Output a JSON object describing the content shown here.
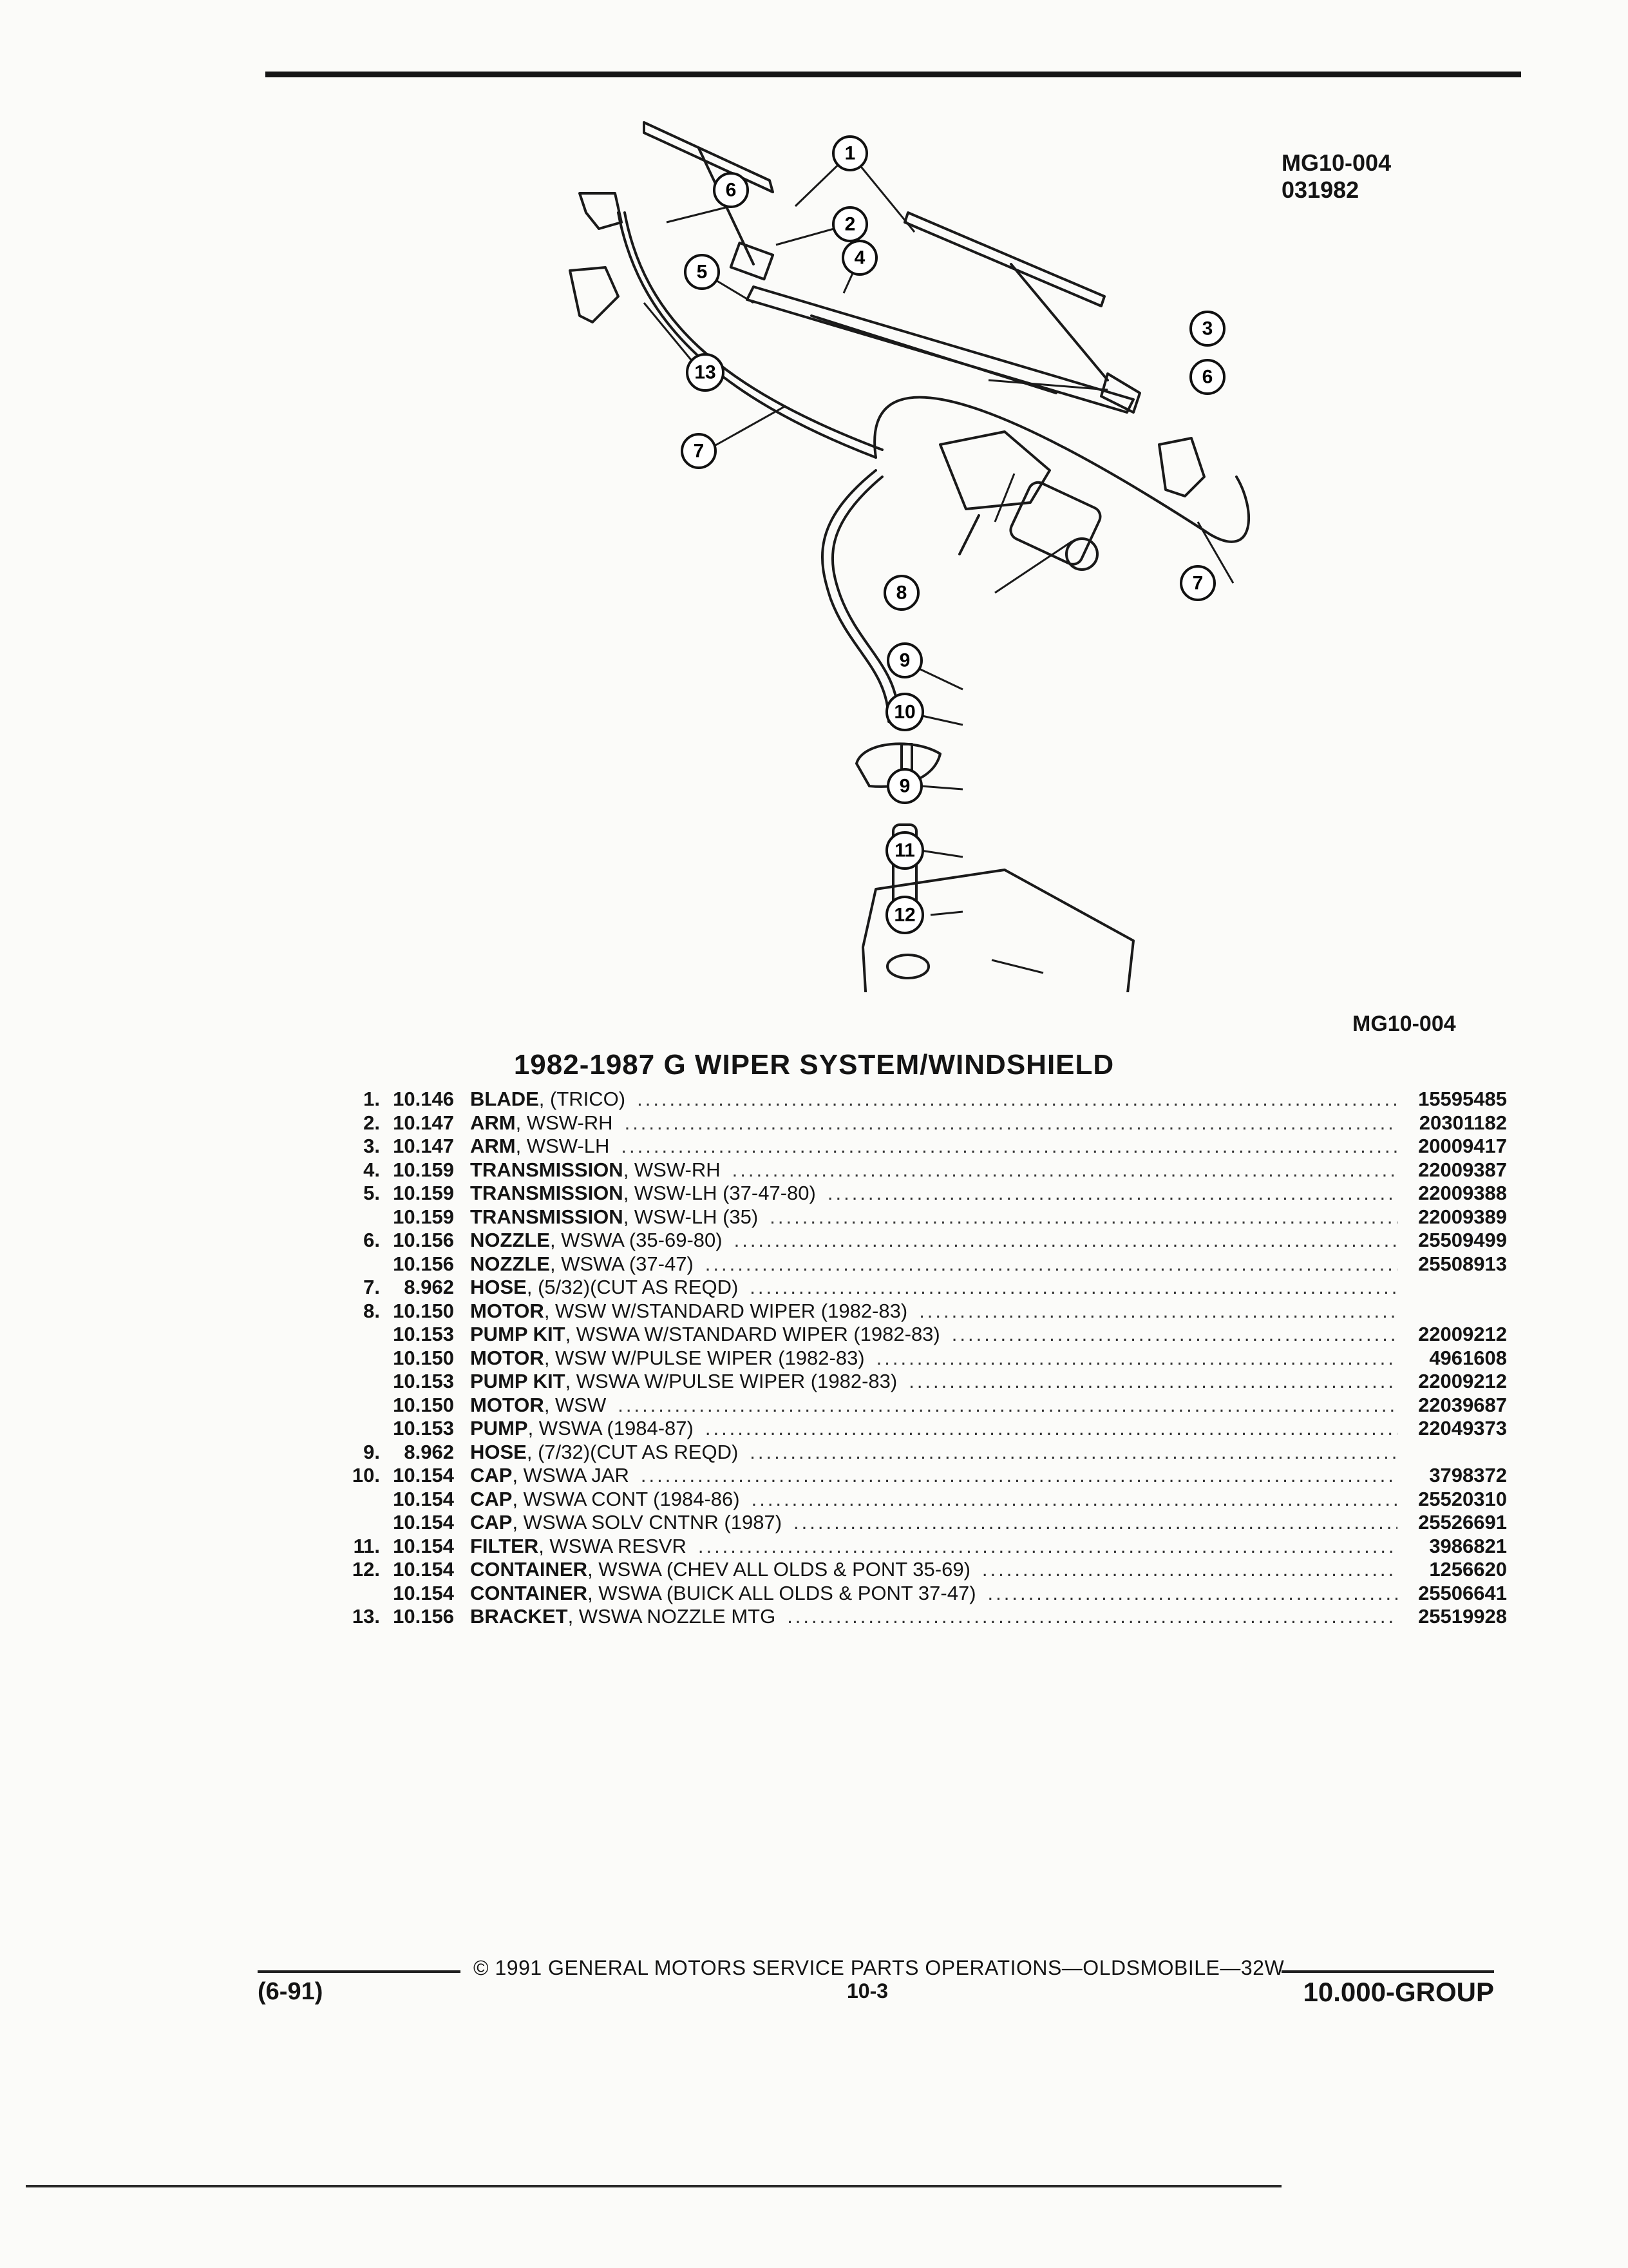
{
  "figure": {
    "code_top": "MG10-004",
    "date_code": "031982",
    "code_bottom": "MG10-004"
  },
  "title": "1982-1987 G WIPER SYSTEM/WINDSHIELD",
  "callouts": [
    "1",
    "2",
    "3",
    "4",
    "5",
    "6",
    "13",
    "7",
    "6",
    "8",
    "7",
    "9",
    "10",
    "9",
    "11",
    "12"
  ],
  "parts": [
    {
      "idx": "1.",
      "group": "10.146",
      "name": "BLADE",
      "desc": ", (TRICO)",
      "part": "15595485"
    },
    {
      "idx": "2.",
      "group": "10.147",
      "name": "ARM",
      "desc": ", WSW-RH",
      "part": "20301182"
    },
    {
      "idx": "3.",
      "group": "10.147",
      "name": "ARM",
      "desc": ", WSW-LH",
      "part": "20009417"
    },
    {
      "idx": "4.",
      "group": "10.159",
      "name": "TRANSMISSION",
      "desc": ", WSW-RH",
      "part": "22009387"
    },
    {
      "idx": "5.",
      "group": "10.159",
      "name": "TRANSMISSION",
      "desc": ", WSW-LH (37-47-80)",
      "part": "22009388"
    },
    {
      "idx": "",
      "group": "10.159",
      "name": "TRANSMISSION",
      "desc": ", WSW-LH (35)",
      "part": "22009389"
    },
    {
      "idx": "6.",
      "group": "10.156",
      "name": "NOZZLE",
      "desc": ", WSWA (35-69-80)",
      "part": "25509499"
    },
    {
      "idx": "",
      "group": "10.156",
      "name": "NOZZLE",
      "desc": ", WSWA (37-47)",
      "part": "25508913"
    },
    {
      "idx": "7.",
      "group": "8.962",
      "name": "HOSE",
      "desc": ", (5/32)(CUT AS REQD)",
      "part": ""
    },
    {
      "idx": "8.",
      "group": "10.150",
      "name": "MOTOR",
      "desc": ", WSW W/STANDARD WIPER (1982-83)",
      "part": ""
    },
    {
      "idx": "",
      "group": "10.153",
      "name": "PUMP KIT",
      "desc": ", WSWA W/STANDARD WIPER (1982-83)",
      "part": "22009212"
    },
    {
      "idx": "",
      "group": "10.150",
      "name": "MOTOR",
      "desc": ", WSW W/PULSE WIPER (1982-83)",
      "part": "4961608"
    },
    {
      "idx": "",
      "group": "10.153",
      "name": "PUMP KIT",
      "desc": ", WSWA W/PULSE WIPER (1982-83)",
      "part": "22009212"
    },
    {
      "idx": "",
      "group": "10.150",
      "name": "MOTOR",
      "desc": ", WSW",
      "part": "22039687"
    },
    {
      "idx": "",
      "group": "10.153",
      "name": "PUMP",
      "desc": ", WSWA (1984-87)",
      "part": "22049373"
    },
    {
      "idx": "9.",
      "group": "8.962",
      "name": "HOSE",
      "desc": ", (7/32)(CUT AS REQD)",
      "part": ""
    },
    {
      "idx": "10.",
      "group": "10.154",
      "name": "CAP",
      "desc": ", WSWA JAR",
      "part": "3798372"
    },
    {
      "idx": "",
      "group": "10.154",
      "name": "CAP",
      "desc": ", WSWA CONT (1984-86)",
      "part": "25520310"
    },
    {
      "idx": "",
      "group": "10.154",
      "name": "CAP",
      "desc": ", WSWA SOLV CNTNR (1987)",
      "part": "25526691"
    },
    {
      "idx": "11.",
      "group": "10.154",
      "name": "FILTER",
      "desc": ", WSWA RESVR",
      "part": "3986821"
    },
    {
      "idx": "12.",
      "group": "10.154",
      "name": "CONTAINER",
      "desc": ", WSWA (CHEV ALL OLDS & PONT 35-69)",
      "part": "1256620"
    },
    {
      "idx": "",
      "group": "10.154",
      "name": "CONTAINER",
      "desc": ", WSWA (BUICK ALL OLDS & PONT 37-47)",
      "part": "25506641"
    },
    {
      "idx": "13.",
      "group": "10.156",
      "name": "BRACKET",
      "desc": ", WSWA NOZZLE MTG",
      "part": "25519928"
    }
  ],
  "footer": {
    "copyright": "© 1991 GENERAL MOTORS SERVICE PARTS OPERATIONS—OLDSMOBILE—32W",
    "page": "10-3",
    "date": "(6-91)",
    "group": "10.000-GROUP"
  }
}
